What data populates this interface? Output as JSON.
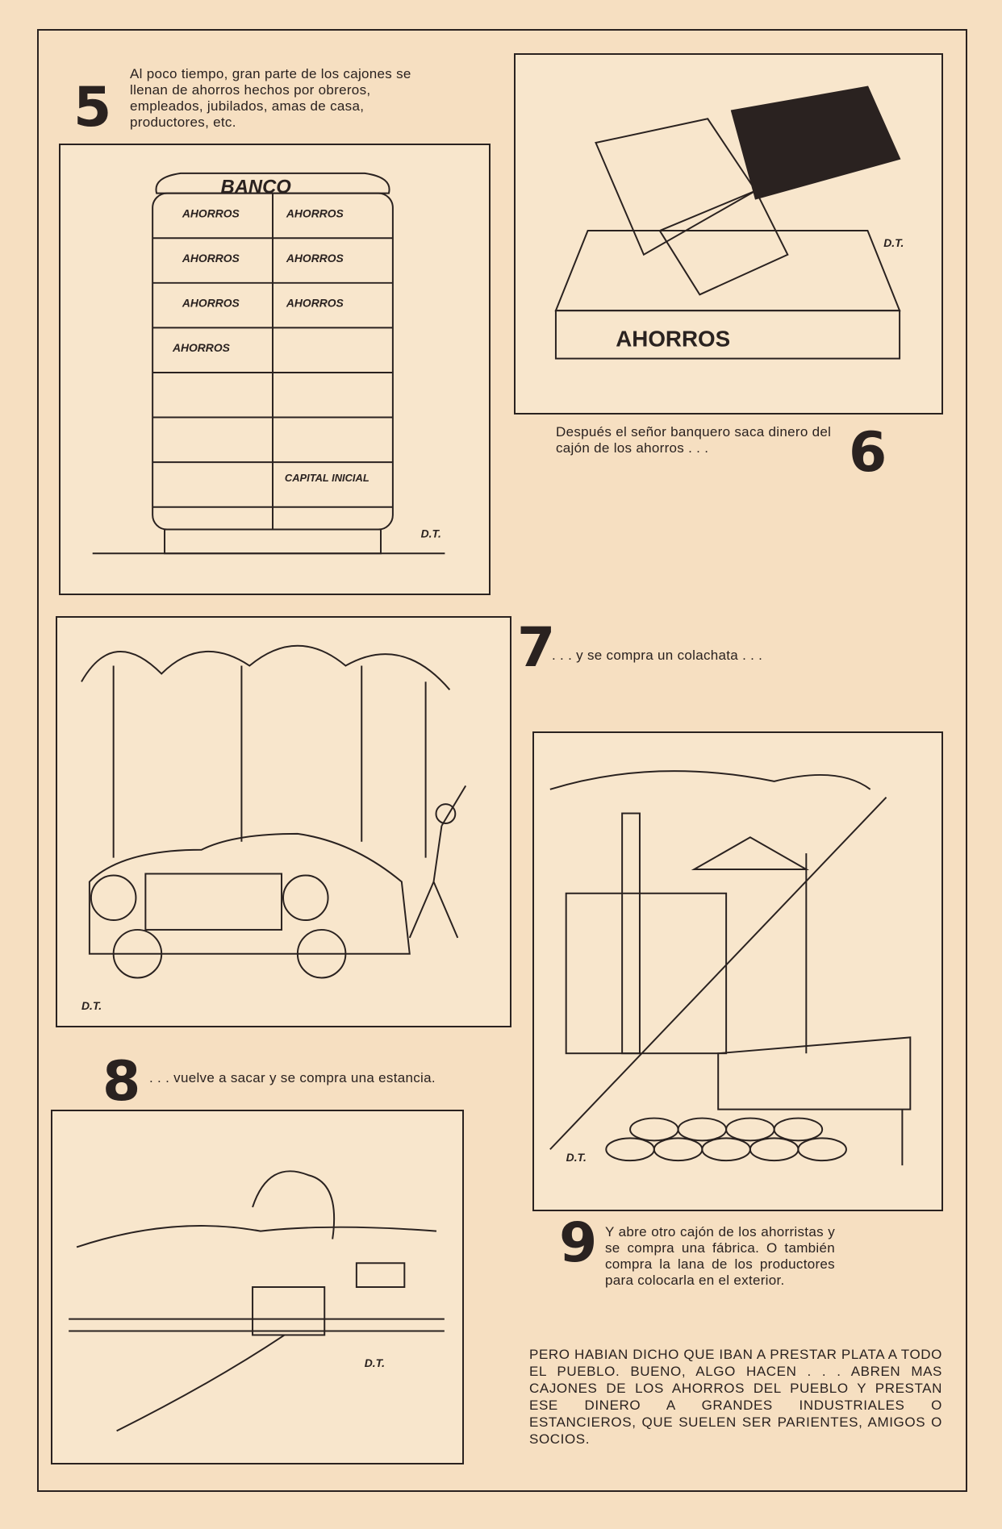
{
  "panels": [
    {
      "number": "5",
      "caption": "Al poco tiempo, gran parte de los cajones se llenan de ahorros hechos por obreros, empleados, jubilados, amas de casa, productores, etc.",
      "illustration_text": {
        "sign": "BANCO",
        "drawer": "AHORROS",
        "capital": "CAPITAL INICIAL",
        "signature": "D.T."
      }
    },
    {
      "number": "6",
      "caption": "Después el señor banquero saca dinero del cajón de los ahorros . . .",
      "illustration_text": {
        "box": "AHORROS",
        "signature": "D.T."
      }
    },
    {
      "number": "7",
      "caption": ". . . y se compra un colachata . . .",
      "illustration_text": {
        "signature": "D.T."
      }
    },
    {
      "number": "8",
      "caption": ". . . vuelve a sacar y se compra una estancia.",
      "illustration_text": {
        "signature": "D.T."
      }
    },
    {
      "number": "9",
      "caption": "Y abre otro cajón de los ahorristas y se compra una fábrica. O también compra la lana de los productores para colocarla en el exterior.",
      "illustration_text": {
        "signature": "D.T."
      }
    }
  ],
  "closing_text": "PERO HABIAN DICHO QUE IBAN A PRESTAR PLATA A TODO EL PUEBLO. BUENO, ALGO HACEN . . . ABREN MAS CAJONES DE LOS AHORROS DEL PUEBLO Y PRESTAN ESE DINERO A GRANDES INDUSTRIALES O ESTANCIEROS, QUE SUELEN SER PARIENTES, AMIGOS O SOCIOS."
}
